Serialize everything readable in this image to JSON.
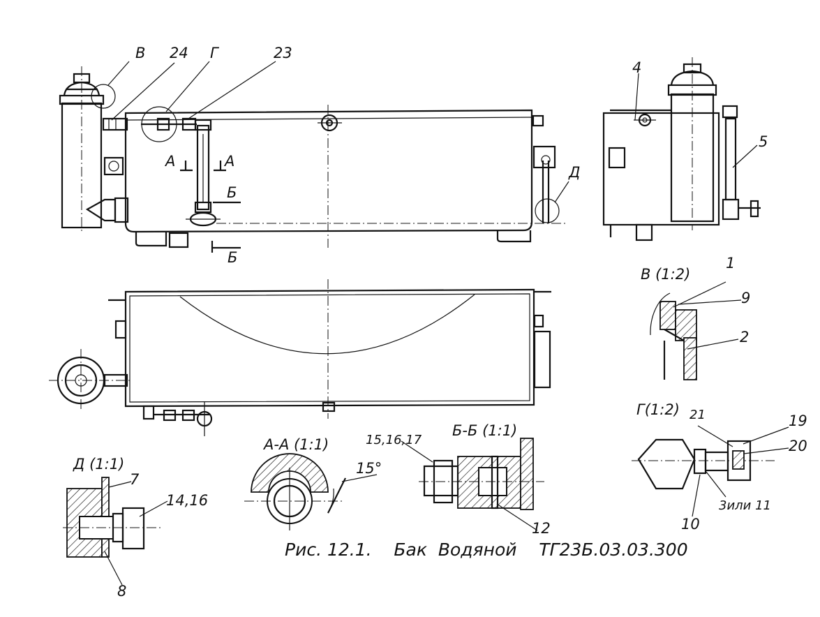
{
  "callouts": {
    "v_top": "В",
    "n24": "24",
    "g_top": "Г",
    "n23": "23",
    "a_left": "А",
    "a_right": "А",
    "b_upper": "Б",
    "b_lower": "Б",
    "d_top": "Д",
    "n4": "4",
    "n5": "5",
    "n1": "1",
    "n9": "9",
    "n2": "2",
    "n21": "21",
    "n19": "19",
    "n20": "20",
    "n10": "10",
    "n3_11": "3или 11",
    "n7": "7",
    "n14_16": "14,16",
    "n8": "8",
    "n15_17": "15,16,17",
    "n12": "12",
    "angle": "15°"
  },
  "views": {
    "v_detail": "В (1:2)",
    "g_detail": "Г(1:2)",
    "d_detail": "Д (1:1)",
    "aa_section": "А-А (1:1)",
    "bb_section": "Б-Б (1:1)"
  },
  "caption": "Рис. 12.1.    Бак  Водяной    ТГ23Б.03.03.300"
}
